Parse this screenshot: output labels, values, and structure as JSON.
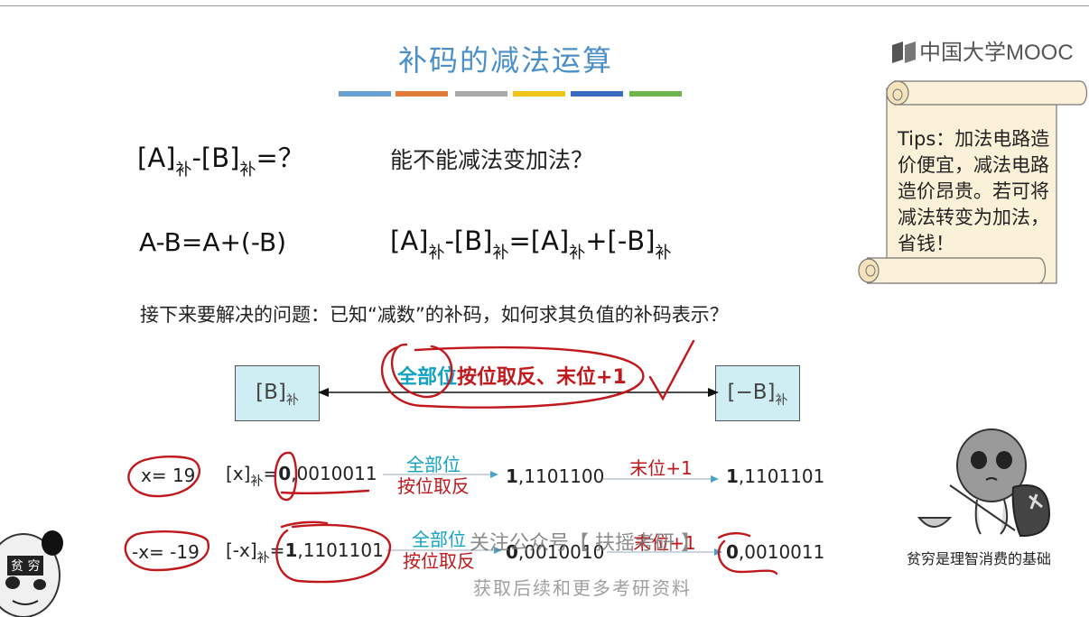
{
  "slide": {
    "title": "补码的减法运算",
    "logo": "中国大学MOOC",
    "colors": {
      "bar1": "#6ba0d2",
      "bar2": "#e07a38",
      "bar3": "#a9a9a9",
      "bar4": "#f0c419",
      "bar5": "#3c6bbf",
      "bar6": "#6fb34c",
      "box_fill": "#cfeef3",
      "annotation_red": "#c0181c",
      "accent_cyan": "#12a3c2"
    },
    "line1": {
      "left_a": "[A]",
      "sub": "补",
      "left_minus": "-[B]",
      "left_eq": "=？",
      "question": "能不能减法变加法？"
    },
    "line2": {
      "eq1": "A-B=A+(-B)",
      "p1": "[A]",
      "p2": "-[B]",
      "p3": "=[A]",
      "p4": "+[-B]"
    },
    "line3": "接下来要解决的问题：已知“减数”的补码，如何求其负值的补码表示？",
    "diagram": {
      "left_box": "[B]",
      "right_box": "[−B]",
      "label_cyan": "全部位",
      "label_red": "按位取反、末位+1"
    },
    "row1": {
      "x_label": "x= 19",
      "bracket": "[x]",
      "eq": "=",
      "sign": "0",
      "mag": ",0010011",
      "step1_top": "全部位",
      "step1_bottom": "按位取反",
      "mid_sign": "1",
      "mid_mag": ",1101100",
      "step2": "末位+1",
      "res_sign": "1",
      "res_mag": ",1101101"
    },
    "row2": {
      "x_label": "-x= -19",
      "bracket": "[-x]",
      "eq": "=",
      "sign": "1",
      "mag": ",1101101",
      "step1_top": "全部位",
      "step1_bottom": "按位取反",
      "mid_sign": "0",
      "mid_mag": ",0010010",
      "step2": "末位+1",
      "res_sign": "0",
      "res_mag": ",0010011"
    },
    "tips": "Tips：加法电路造价便宜，减法电路造价昂贵。若可将减法转变为加法，省钱！",
    "meme_caption": "贫穷是理智消费的基础",
    "meme_tag": "贫 穷",
    "watermark1": "关注公众号【 扶摇考研 】",
    "watermark2": "获取后续和更多考研资料"
  }
}
